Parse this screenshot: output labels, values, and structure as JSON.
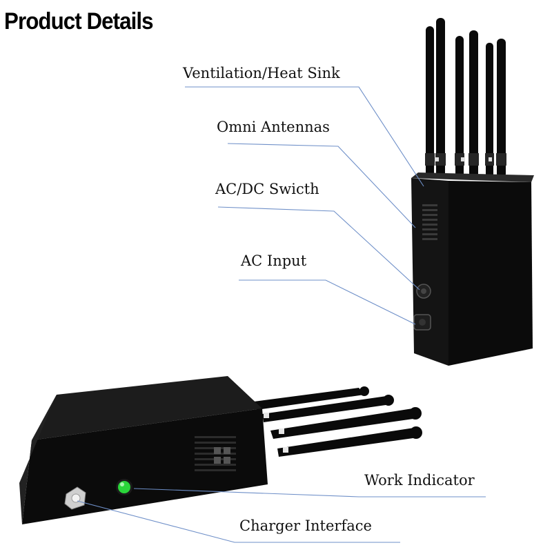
{
  "title": "Product Details",
  "callouts": {
    "ventilation": "Ventilation/Heat Sink",
    "antennas": "Omni Antennas",
    "switch": "AC/DC Swicth",
    "ac_input": "AC Input",
    "work_indicator": "Work Indicator",
    "charger": "Charger Interface"
  },
  "colors": {
    "leader_line": "#6e8fc8",
    "device_body": "#0c0c0c",
    "indicator_led": "#2ad53a"
  }
}
